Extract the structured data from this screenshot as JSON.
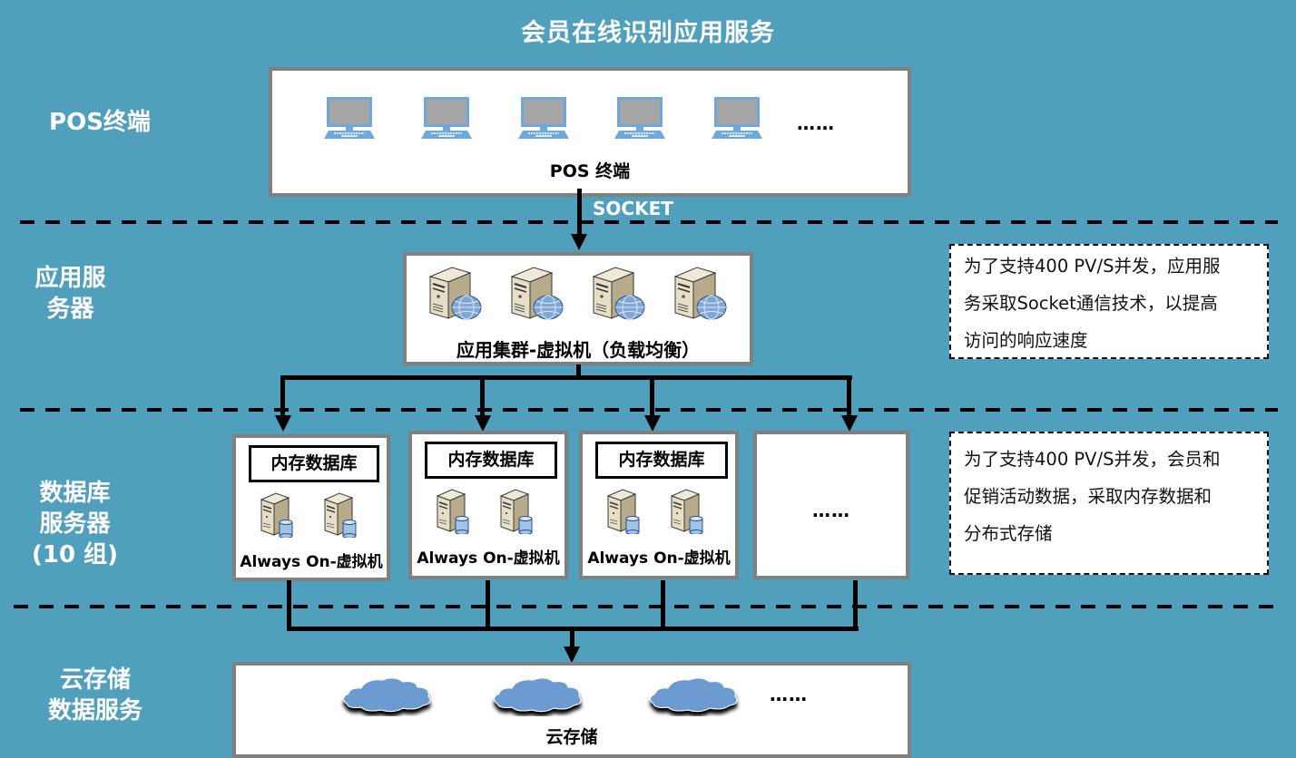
{
  "title": "会员在线识别应用服务",
  "layers": [
    {
      "label_lines": [
        "POS终端"
      ]
    },
    {
      "label_lines": [
        "应用服",
        "务器"
      ]
    },
    {
      "label_lines": [
        "数据库",
        "服务器",
        "(10 组)"
      ]
    },
    {
      "label_lines": [
        "云存储",
        "数据服务"
      ]
    }
  ],
  "pos": {
    "terminal_count_shown": 5,
    "icon": "computer-icon",
    "more": "……",
    "caption": "POS 终端"
  },
  "connection_label": "SOCKET",
  "app_cluster": {
    "server_count_shown": 4,
    "icon": "web-server-icon",
    "caption": "应用集群-虚拟机（负载均衡）"
  },
  "db_groups": [
    {
      "title": "内存数据库",
      "icon": "database-server-icon",
      "caption": "Always On-虚拟机"
    },
    {
      "title": "内存数据库",
      "icon": "database-server-icon",
      "caption": "Always On-虚拟机"
    },
    {
      "title": "内存数据库",
      "icon": "database-server-icon",
      "caption": "Always On-虚拟机"
    }
  ],
  "db_more": "……",
  "cloud": {
    "cloud_count_shown": 3,
    "icon": "cloud-icon",
    "more": "……",
    "caption": "云存储"
  },
  "notes": [
    {
      "lines": [
        "为了支持400  PV/S并发，应用服",
        "务采取Socket通信技术，以提高",
        "访问的响应速度"
      ]
    },
    {
      "lines": [
        "为了支持400  PV/S并发，会员和",
        "促销活动数据，采取内存数据和",
        "分布式存储"
      ]
    }
  ],
  "colors": {
    "background": "#4f9fbd",
    "box_border": "#808080",
    "monitor_frame": "#6fa8dc",
    "cloud_fill": "#6c9bd2"
  }
}
